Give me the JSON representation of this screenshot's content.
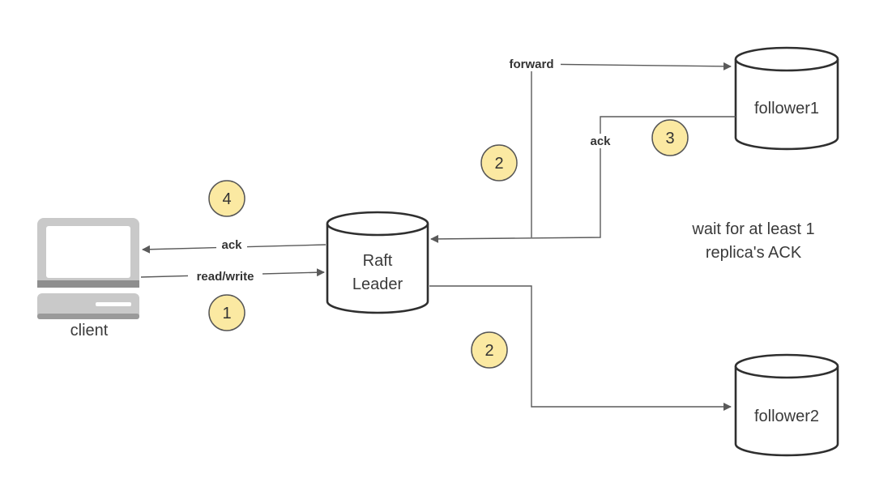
{
  "nodes": {
    "client": {
      "label": "client"
    },
    "leader": {
      "label_line1": "Raft",
      "label_line2": "Leader"
    },
    "follower1": {
      "label": "follower1"
    },
    "follower2": {
      "label": "follower2"
    }
  },
  "edges": {
    "read_write": "read/write",
    "ack_to_client": "ack",
    "forward": "forward",
    "ack_from_follower": "ack"
  },
  "steps": {
    "step1": "1",
    "step2_upper": "2",
    "step2_lower": "2",
    "step3": "3",
    "step4": "4"
  },
  "note": {
    "line1": "wait for at least 1",
    "line2": "replica's ACK"
  },
  "colors": {
    "step_fill": "#fbe9a2",
    "line": "#5a5a5a",
    "cylinder_stroke": "#2f2f2f",
    "computer_gray": "#c9c9c9"
  }
}
